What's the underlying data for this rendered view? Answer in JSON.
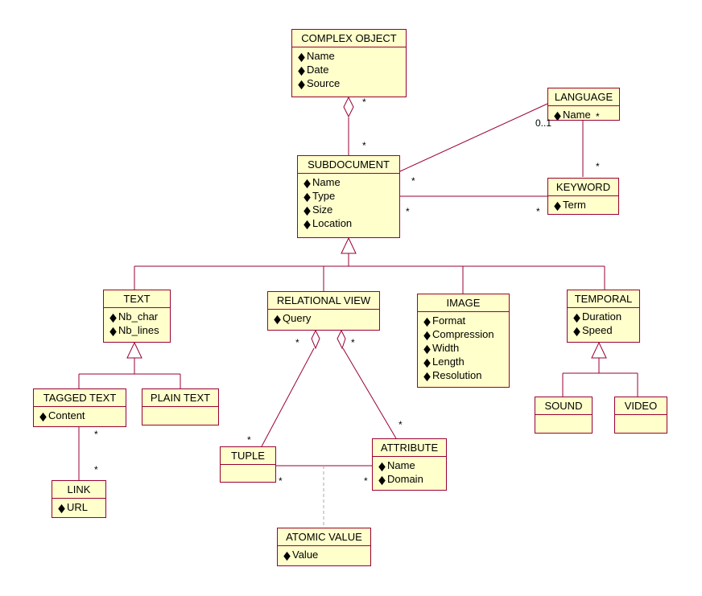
{
  "classes": {
    "complex_object": {
      "name": "COMPLEX OBJECT",
      "attributes": [
        "Name",
        "Date",
        "Source"
      ]
    },
    "language": {
      "name": "LANGUAGE",
      "attributes": [
        "Name"
      ]
    },
    "subdocument": {
      "name": "SUBDOCUMENT",
      "attributes": [
        "Name",
        "Type",
        "Size",
        "Location"
      ]
    },
    "keyword": {
      "name": "KEYWORD",
      "attributes": [
        "Term"
      ]
    },
    "text": {
      "name": "TEXT",
      "attributes": [
        "Nb_char",
        "Nb_lines"
      ]
    },
    "relational_view": {
      "name": "RELATIONAL VIEW",
      "attributes": [
        "Query"
      ]
    },
    "image": {
      "name": "IMAGE",
      "attributes": [
        "Format",
        "Compression",
        "Width",
        "Length",
        "Resolution"
      ]
    },
    "temporal": {
      "name": "TEMPORAL",
      "attributes": [
        "Duration",
        "Speed"
      ]
    },
    "tagged_text": {
      "name": "TAGGED TEXT",
      "attributes": [
        "Content"
      ]
    },
    "plain_text": {
      "name": "PLAIN TEXT",
      "attributes": []
    },
    "sound": {
      "name": "SOUND",
      "attributes": []
    },
    "video": {
      "name": "VIDEO",
      "attributes": []
    },
    "tuple": {
      "name": "TUPLE",
      "attributes": []
    },
    "attribute": {
      "name": "ATTRIBUTE",
      "attributes": [
        "Name",
        "Domain"
      ]
    },
    "link": {
      "name": "LINK",
      "attributes": [
        "URL"
      ]
    },
    "atomic_value": {
      "name": "ATOMIC VALUE",
      "attributes": [
        "Value"
      ]
    }
  },
  "multiplicities": {
    "complex_object_side": "*",
    "subdocument_aggregation_side": "*",
    "language_side": "0..1",
    "subdocument_language_side": "*",
    "language_keyword_top": "*",
    "language_keyword_bottom": "*",
    "subdocument_keyword_side": "*",
    "keyword_subdocument_side": "*",
    "relational_view_tuple_side": "*",
    "tuple_side": "*",
    "relational_view_attribute_side": "*",
    "attribute_side": "*",
    "tuple_attribute_side": "*",
    "attribute_tuple_side": "*",
    "tagged_text_side": "*",
    "link_side": "*"
  },
  "colors": {
    "class_fill": "#ffffcc",
    "line": "#990033",
    "dashed_line": "#aaaaaa"
  }
}
